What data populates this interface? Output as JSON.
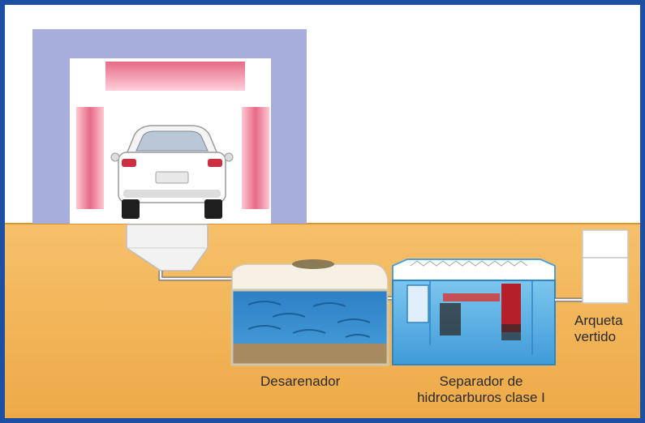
{
  "labels": {
    "desarenador": "Desarenador",
    "separador_line1": "Separador de",
    "separador_line2": "hidrocarburos clase I",
    "arqueta_line1": "Arqueta",
    "arqueta_line2": "vertido"
  },
  "colors": {
    "frame": "#1d4fa3",
    "ground": "#f3b75a",
    "wash_arch": "#a9aed6",
    "brush": "#e8728c",
    "water": "#3f93d2",
    "separator_water": "#5fb4e6",
    "sediment": "#b8874a"
  }
}
